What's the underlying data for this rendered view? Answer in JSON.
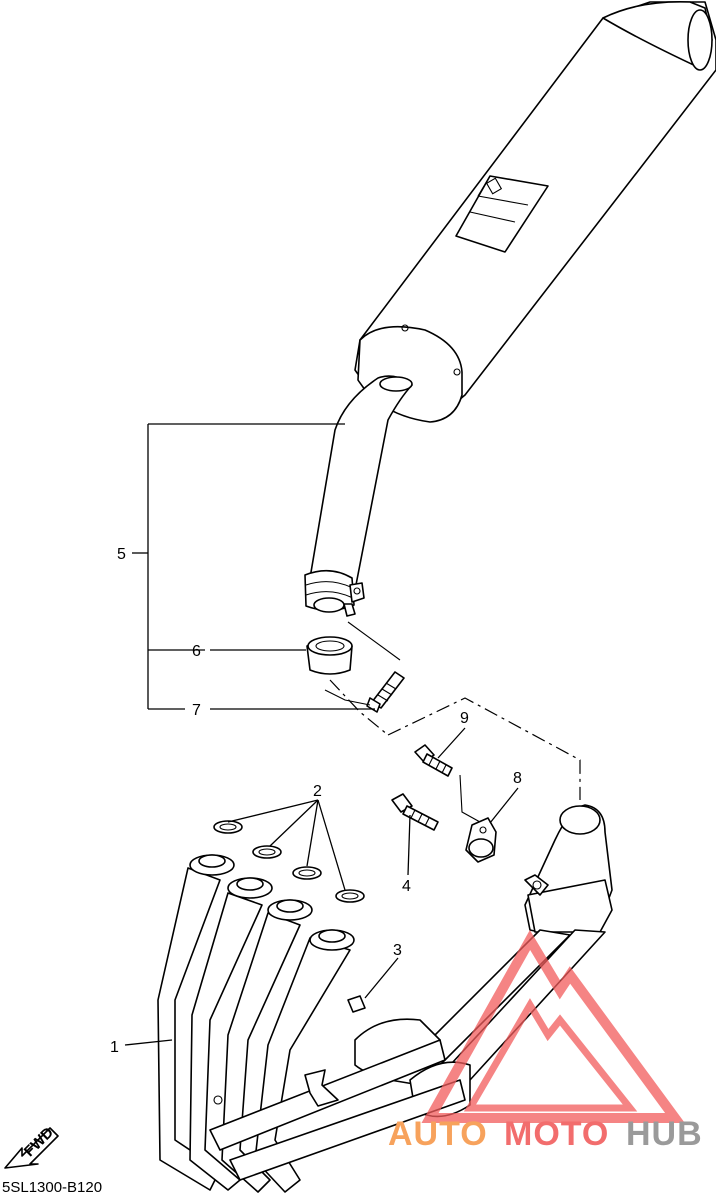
{
  "diagram": {
    "diagram_code": "5SL1300-B120",
    "fwd_label": "FWD",
    "callouts": [
      {
        "num": "1"
      },
      {
        "num": "2"
      },
      {
        "num": "3"
      },
      {
        "num": "4"
      },
      {
        "num": "5"
      },
      {
        "num": "6"
      },
      {
        "num": "7"
      },
      {
        "num": "8"
      },
      {
        "num": "9"
      }
    ]
  },
  "watermark": {
    "part1": "AUTO",
    "part2": "MOTO",
    "part3": "HUB",
    "colors": {
      "auto": "#f7a25c",
      "moto": "#f26d6d",
      "hub": "#9a9a9a",
      "triangle": "#f25c5c"
    }
  }
}
